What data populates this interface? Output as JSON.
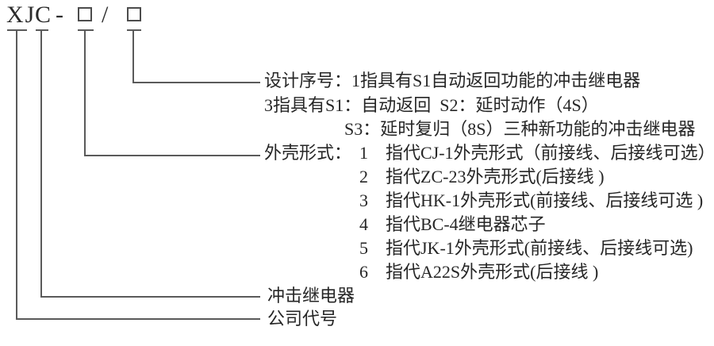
{
  "model": {
    "full": "XJC-□/□",
    "letters_xj": "XJ",
    "letter_c": "C",
    "dash": "-",
    "slash": "/",
    "placeholder_symbol": "□"
  },
  "design_series": {
    "line1": "设计序号：1指具有S1自动返回功能的冲击继电器",
    "line2": "3指具有S1：自动返回  S2：延时动作（4S）",
    "line3": "S3：延时复归（8S）三种新功能的冲击继电器"
  },
  "case_type": {
    "label": "外壳形式：",
    "options": [
      {
        "num": "1",
        "desc": "指代CJ-1外壳形式（前接线、后接线可选）"
      },
      {
        "num": "2",
        "desc": "指代ZC-23外壳形式(后接线 )"
      },
      {
        "num": "3",
        "desc": "指代HK-1外壳形式(前接线、后接线可选 )"
      },
      {
        "num": "4",
        "desc": "指代BC-4继电器芯子"
      },
      {
        "num": "5",
        "desc": "指代JK-1外壳形式(前接线、后接线可选)"
      },
      {
        "num": "6",
        "desc": "指代A22S外壳形式(后接线 )"
      }
    ]
  },
  "labels": {
    "relay": "冲击继电器",
    "company": "公司代号"
  },
  "colors": {
    "ink": "#262626",
    "line": "#5a5a5a",
    "background": "#ffffff"
  }
}
